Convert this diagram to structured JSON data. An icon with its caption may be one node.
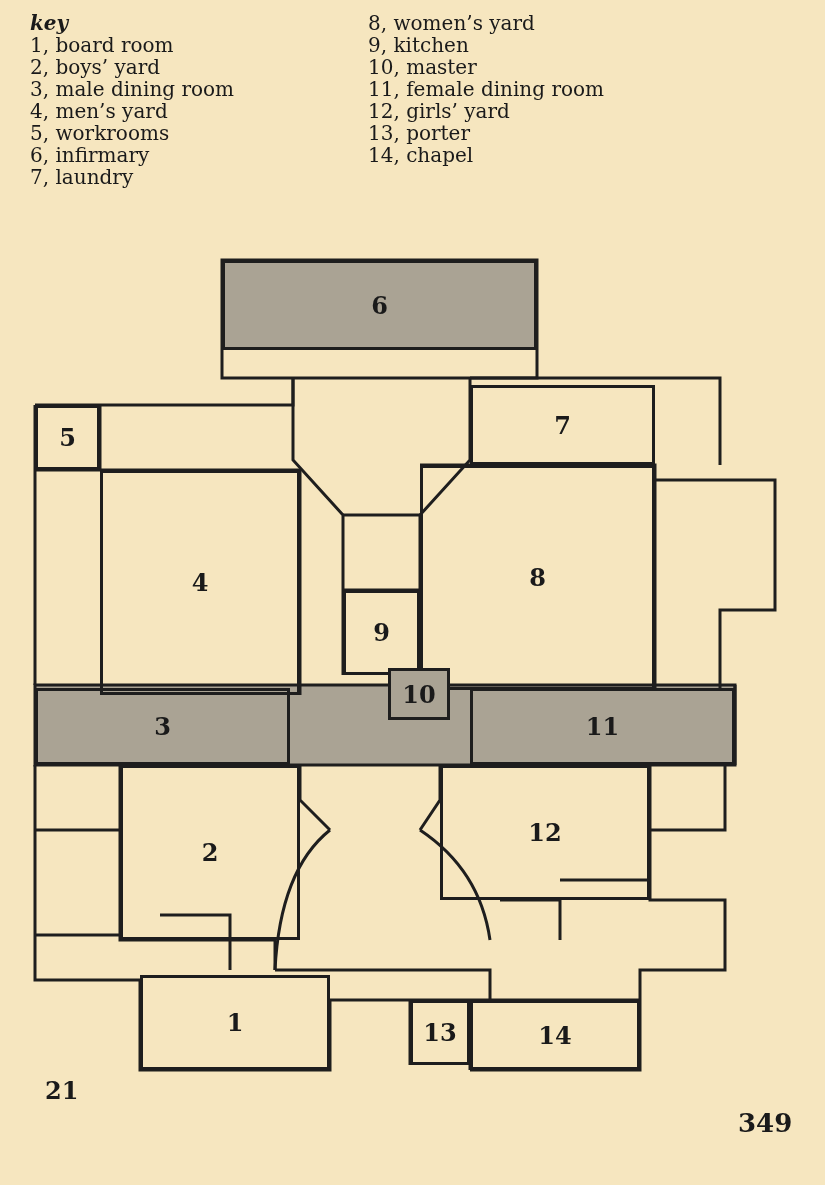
{
  "diagram": {
    "nodes": [
      {
        "text": [
          "1"
        ]
      },
      {
        "text": [
          "2"
        ]
      },
      {
        "text": [
          "3"
        ]
      },
      {
        "text": [
          "4"
        ]
      },
      {
        "text": [
          "5"
        ]
      },
      {
        "text": [
          "6"
        ]
      },
      {
        "text": [
          "7"
        ]
      },
      {
        "text": [
          "8"
        ]
      },
      {
        "text": [
          "9"
        ]
      },
      {
        "text": [
          "10"
        ]
      },
      {
        "text": [
          "11"
        ]
      },
      {
        "text": [
          "12"
        ]
      },
      {
        "text": [
          "13"
        ]
      },
      {
        "text": [
          "14"
        ]
      }
    ],
    "edges": [],
    "labels": [
      "key",
      "1, board room",
      "2, boys’ yard",
      "3, male dining room",
      "4, men’s yard",
      "5, workrooms",
      "6, infirmary",
      "7, laundry",
      "8, women’s yard",
      "9, kitchen",
      "10, master",
      "11, female dining room",
      "12, girls’ yard",
      "13, porter",
      "14, chapel",
      "21",
      "349"
    ]
  }
}
